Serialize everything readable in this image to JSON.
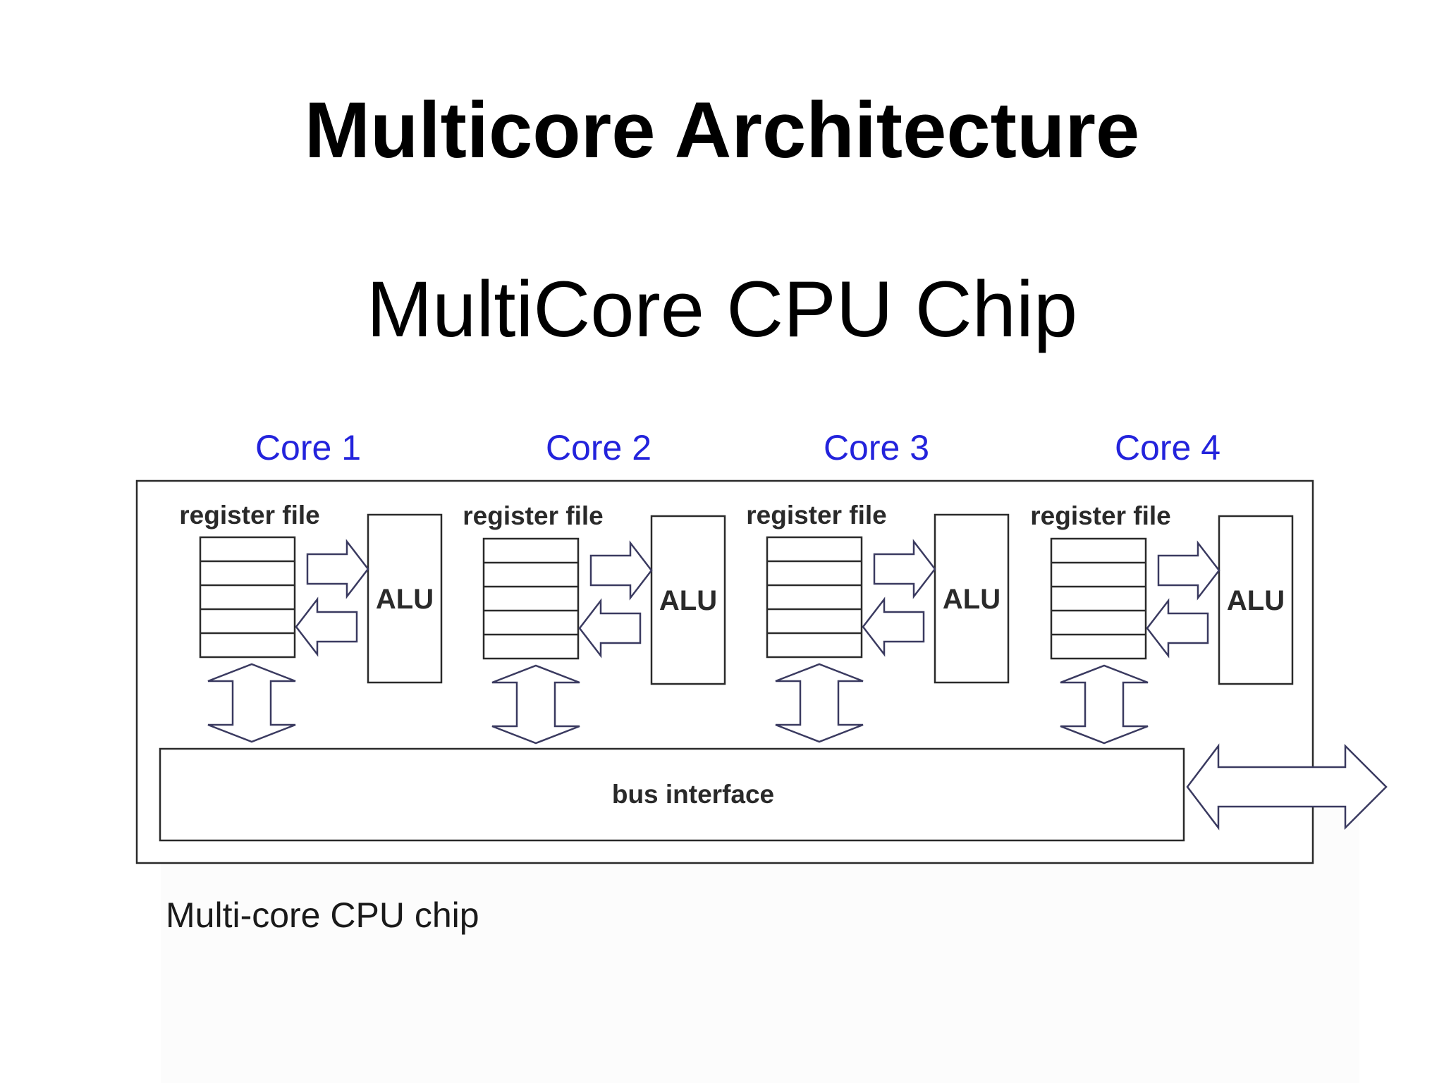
{
  "slide": {
    "title": "Multicore Architecture",
    "subtitle": "MultiCore CPU Chip"
  },
  "diagram": {
    "cores": [
      {
        "label": "Core 1",
        "register_label": "register file",
        "alu_label": "ALU"
      },
      {
        "label": "Core 2",
        "register_label": "register file",
        "alu_label": "ALU"
      },
      {
        "label": "Core 3",
        "register_label": "register file",
        "alu_label": "ALU"
      },
      {
        "label": "Core 4",
        "register_label": "register file",
        "alu_label": "ALU"
      }
    ],
    "bus_label": "bus interface",
    "caption": "Multi-core CPU chip",
    "colors": {
      "core_label": "#2323dc",
      "lines": "#2a2a2a",
      "arrows": "#3a3a60"
    }
  }
}
